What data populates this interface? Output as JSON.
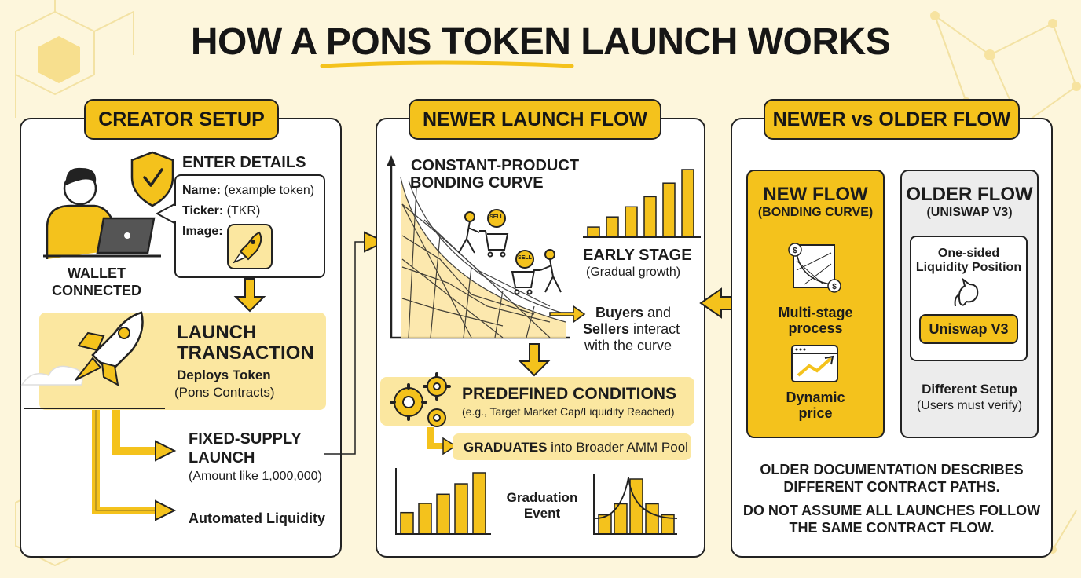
{
  "title": {
    "part1": "HOW A ",
    "highlight": "PONS TOKEN",
    "part2": " LAUNCH WORKS"
  },
  "creator_setup": {
    "header": "CREATOR SETUP",
    "wallet_label_line1": "WALLET",
    "wallet_label_line2": "CONNECTED",
    "enter_details": "ENTER DETAILS",
    "name_label": "Name:",
    "name_value": "(example token)",
    "ticker_label": "Ticker:",
    "ticker_value": "(TKR)",
    "image_label": "Image:",
    "launch_line1": "LAUNCH",
    "launch_line2": "TRANSACTION",
    "deploys": "Deploys Token",
    "pons_contracts": "(Pons Contracts)",
    "fixed_line1": "FIXED-SUPPLY",
    "fixed_line2": "LAUNCH",
    "amount": "(Amount like 1,000,000)",
    "automated": "Automated Liquidity"
  },
  "newer_flow": {
    "header": "NEWER LAUNCH FLOW",
    "curve_line1": "CONSTANT-PRODUCT",
    "curve_line2": "BONDING CURVE",
    "sell1": "SELL",
    "sell2": "SELL",
    "early_stage": "EARLY STAGE",
    "gradual": "(Gradual growth)",
    "buyers": "Buyers",
    "and": " and",
    "sellers": "Sellers",
    "interact": " interact",
    "with_curve": "with the curve",
    "conditions": "PREDEFINED CONDITIONS",
    "conditions_eg": "(e.g., Target Market Cap/Liquidity Reached)",
    "graduates": "GRADUATES",
    "graduates_rest": " into Broader AMM Pool",
    "graduation_line1": "Graduation",
    "graduation_line2": "Event"
  },
  "comparison": {
    "header": "NEWER vs OLDER FLOW",
    "new_flow": "NEW FLOW",
    "new_sub": "(BONDING CURVE)",
    "multi_line1": "Multi-stage",
    "multi_line2": "process",
    "dynamic_line1": "Dynamic",
    "dynamic_line2": "price",
    "older_flow": "OLDER FLOW",
    "older_sub": "(UNISWAP V3)",
    "one_sided_line1": "One-sided",
    "one_sided_line2": "Liquidity Position",
    "uniswap": "Uniswap V3",
    "different_setup": "Different Setup",
    "users_verify": "(Users must verify)",
    "note1_line1": "OLDER DOCUMENTATION DESCRIBES",
    "note1_line2": "DIFFERENT CONTRACT PATHS.",
    "note2_line1": "DO NOT ASSUME ALL LAUNCHES FOLLOW",
    "note2_line2": "THE SAME CONTRACT FLOW."
  },
  "colors": {
    "accent": "#f4c21c",
    "accent_light": "#fbe7a0",
    "ink": "#222222",
    "background": "#fdf6dc",
    "grey_panel": "#ececec"
  },
  "mini_charts": {
    "early_stage_bars": [
      0.15,
      0.3,
      0.45,
      0.6,
      0.8,
      1.0
    ],
    "graduation_bars": [
      0.35,
      0.5,
      0.65,
      0.82,
      1.0
    ],
    "graduation_peak_bars": [
      0.35,
      0.55,
      1.0,
      0.55,
      0.35
    ]
  }
}
